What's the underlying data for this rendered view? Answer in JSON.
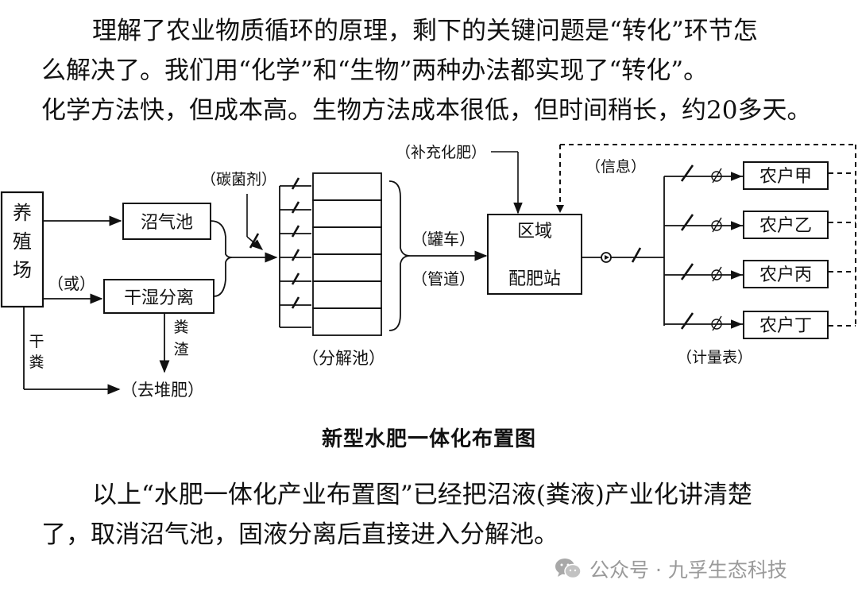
{
  "paragraph1": {
    "lines": [
      "理解了农业物质循环的原理，剩下的关键问题是“转化”环节怎",
      "么解决了。我们用“化学”和“生物”两种办法都实现了“转化”。",
      "化学方法快，但成本高。生物方法成本很低，但时间稍长，约20多天。"
    ]
  },
  "diagram": {
    "farm": "养殖场",
    "biogas_tank": "沼气池",
    "or_label": "（或）",
    "separator": "干湿分离",
    "dung_residue": "粪渣",
    "dry_dung": "干粪",
    "compost": "（去堆肥）",
    "carbon_agent": "（碳菌剂）",
    "decomp_pool": "（分解池）",
    "tanker": "（罐车）",
    "pipeline": "（管道）",
    "supplement_fert": "（补充化肥）",
    "info": "（信息）",
    "station_line1": "区域",
    "station_line2": "配肥站",
    "meter": "（计量表）",
    "farmers": [
      "农户甲",
      "农户乙",
      "农户丙",
      "农户丁"
    ]
  },
  "caption": "新型水肥一体化布置图",
  "paragraph2": {
    "lines": [
      "以上“水肥一体化产业布置图”已经把沼液(粪液)产业化讲清楚",
      "了，取消沼气池，固液分离后直接进入分解池。"
    ]
  },
  "watermark": {
    "text": "公众号 · 九孚生态科技",
    "icon": "wechat-icon"
  }
}
